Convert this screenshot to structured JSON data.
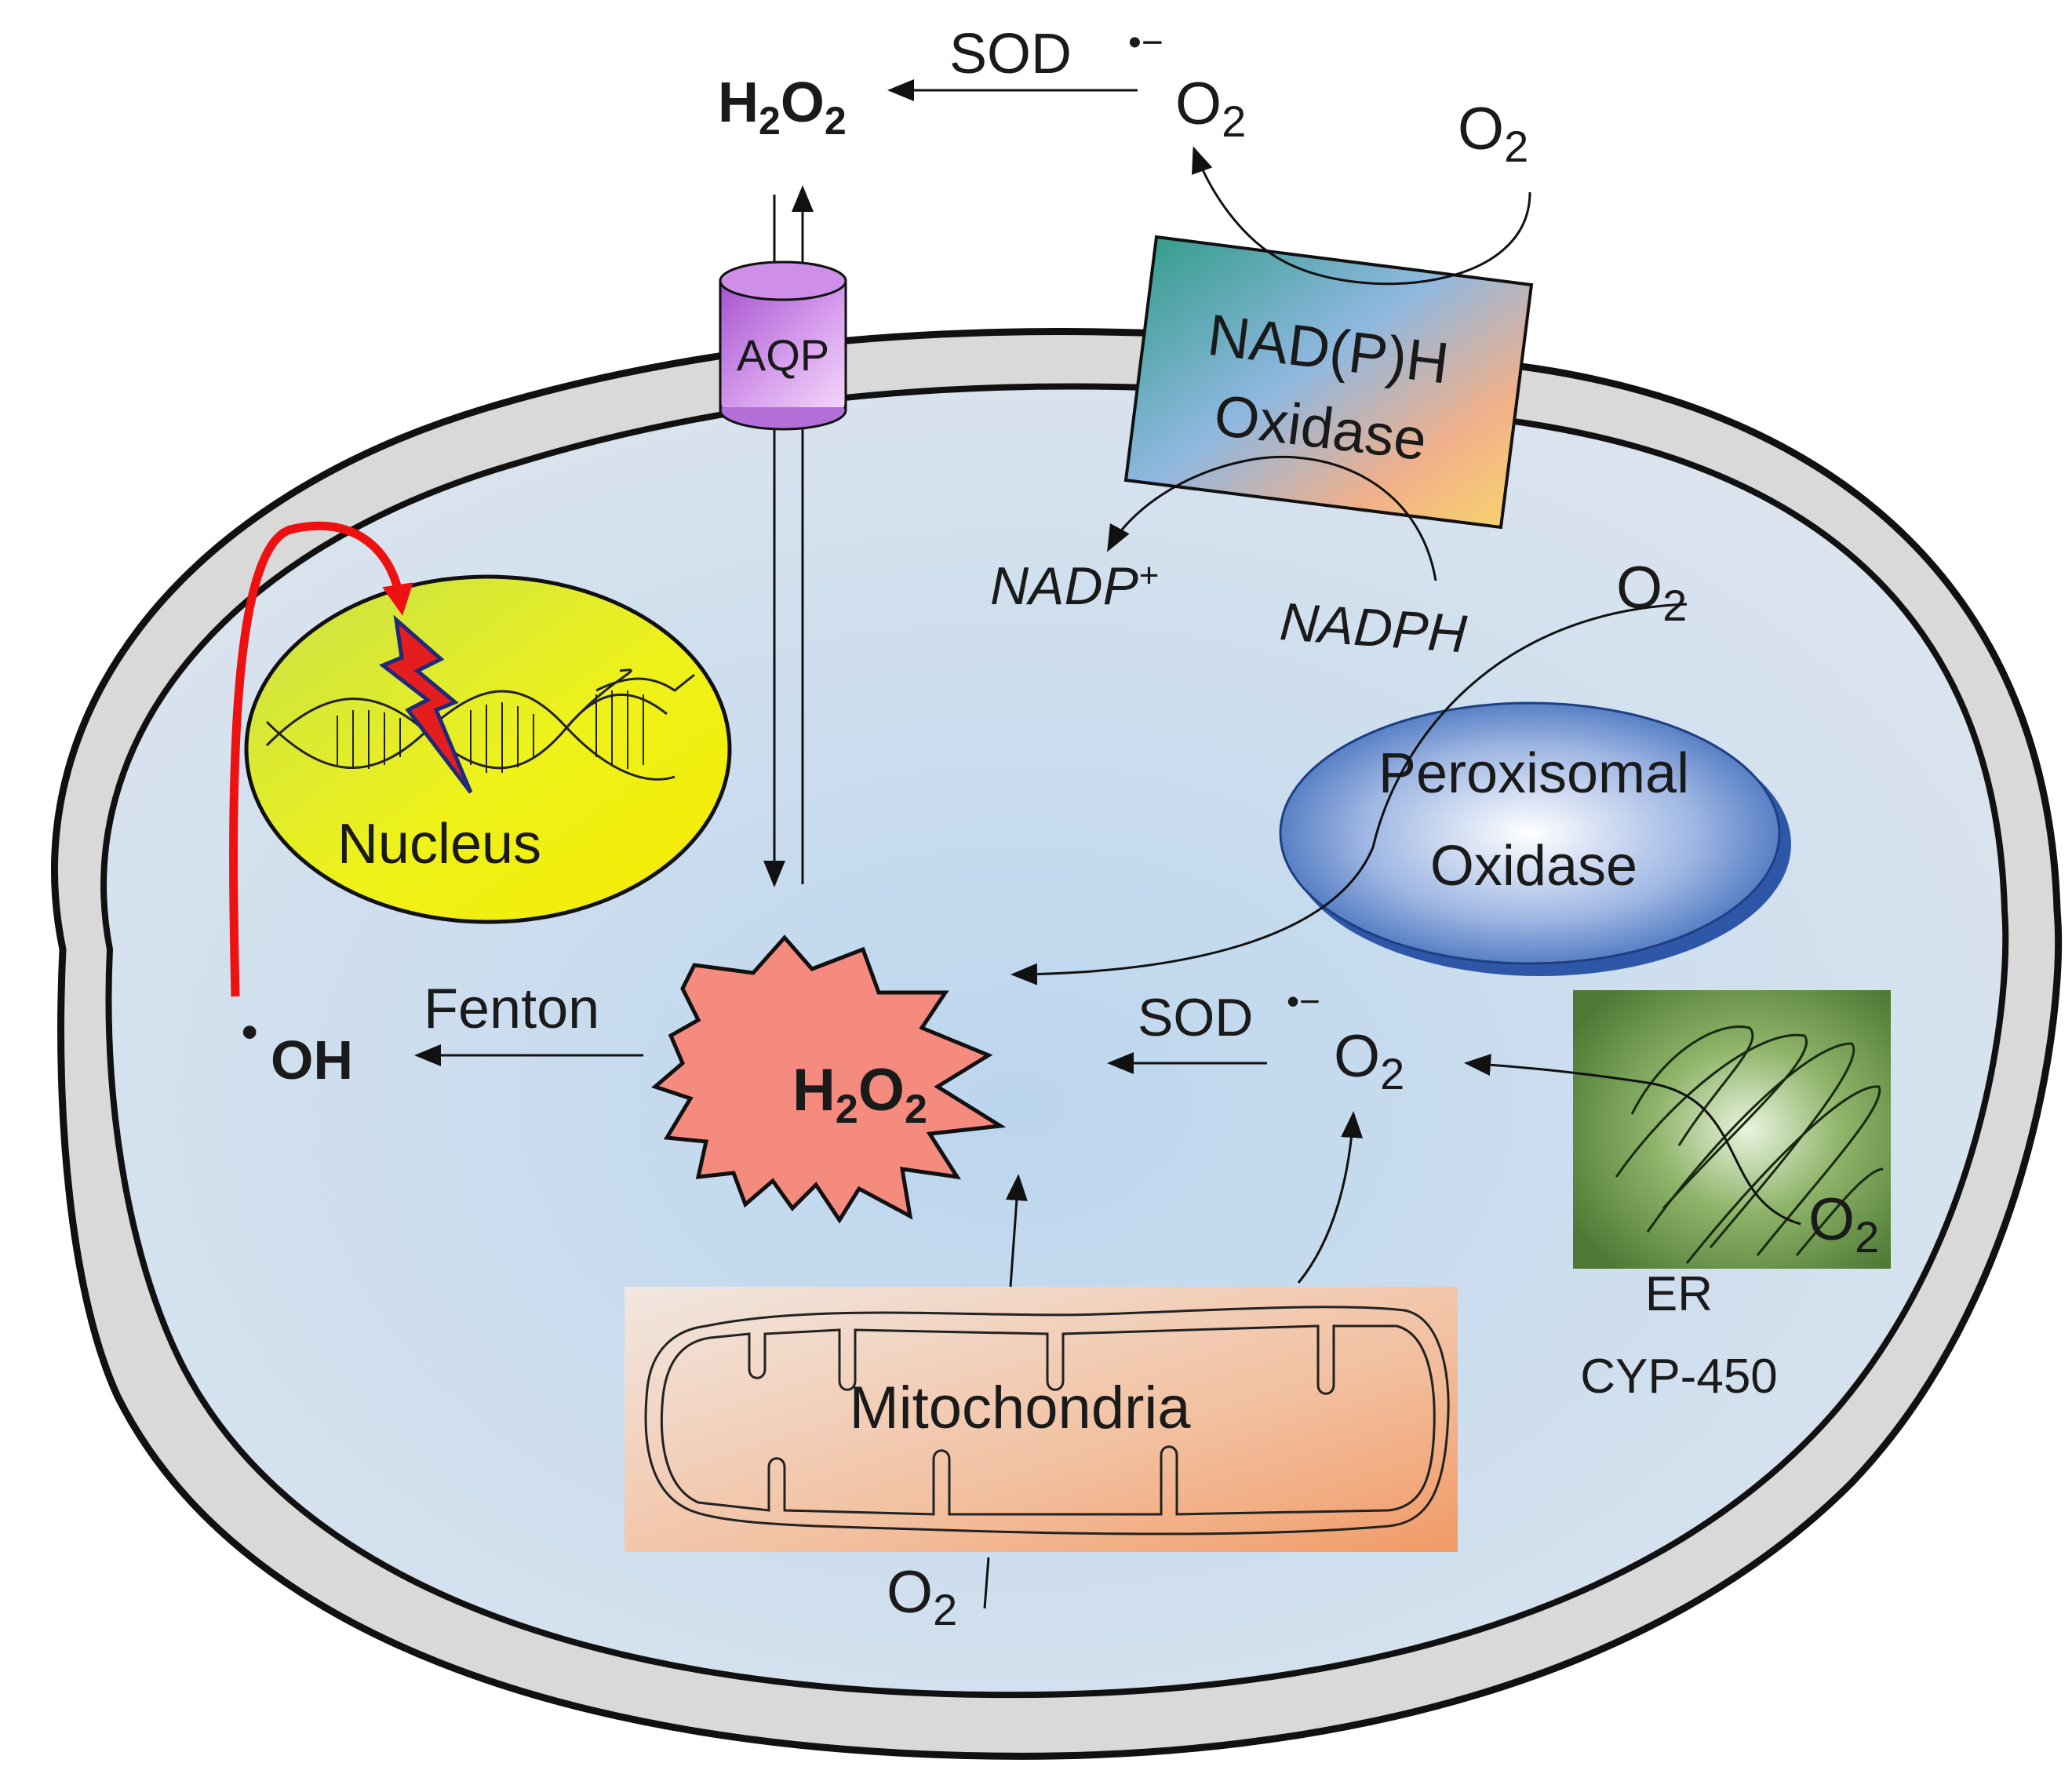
{
  "labels": {
    "sod_top": "SOD",
    "h2o2_top_main": "H",
    "h2o2_top_sub1": "2",
    "h2o2_top_o": "O",
    "h2o2_top_sub2": "2",
    "superoxide_top_dot": "•−",
    "superoxide_top_o": "O",
    "superoxide_top_sub": "2",
    "o2_top_right": "O",
    "o2_top_right_sub": "2",
    "aqp": "AQP",
    "nadph_oxidase_line1": "NAD(P)H",
    "nadph_oxidase_line2": "Oxidase",
    "nadp_plus": "NADP",
    "nadp_plus_sup": "+",
    "nadph": "NADPH",
    "o2_perox": "O",
    "o2_perox_sub": "2",
    "perox_line1": "Peroxisomal",
    "perox_line2": "Oxidase",
    "nucleus": "Nucleus",
    "fenton": "Fenton",
    "oh_dot": "•",
    "oh": "OH",
    "h2o2_center_h": "H",
    "h2o2_center_sub1": "2",
    "h2o2_center_o": "O",
    "h2o2_center_sub2": "2",
    "sod_center": "SOD",
    "superoxide_center_dot": "•−",
    "superoxide_center_o": "O",
    "superoxide_center_sub": "2",
    "o2_er": "O",
    "o2_er_sub": "2",
    "er_line1": "ER",
    "er_line2": "CYP-450",
    "mitochondria": "Mitochondria",
    "o2_mito": "O",
    "o2_mito_sub": "2"
  },
  "colors": {
    "cell_outer": "#d9d9d9",
    "cytoplasm": "#c7dbef",
    "nucleus": "#e3ee1c",
    "burst": "#f58a7e",
    "red_arrow": "#ee1111",
    "aqp": "#c886e0",
    "er": "#6e9a48",
    "peroxisome": "#4a72c4",
    "mitochondria": "#f0a878"
  },
  "icons": {
    "dna": "dna-helix-icon",
    "lightning": "lightning-bolt-icon"
  }
}
